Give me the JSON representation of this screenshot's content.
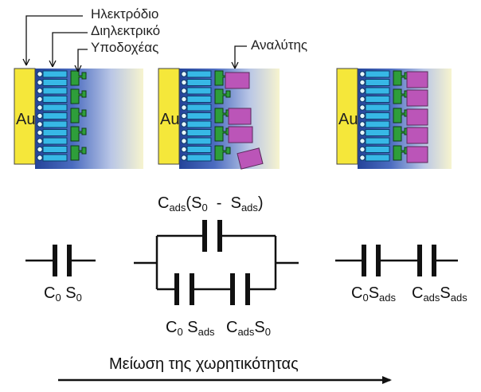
{
  "labels": {
    "electrode": "Ηλεκτρόδιο",
    "dielectric": "Διηλεκτρικό",
    "receptor": "Υποδοχέας",
    "analyte": "Αναλύτης",
    "gold": "Au"
  },
  "circuits": {
    "left": {
      "c": "C",
      "c_sub": "0",
      "s": "S",
      "s_sub": "0"
    },
    "middle_top": {
      "c": "C",
      "c_sub": "ads",
      "open": "(",
      "s0": "S",
      "s0_sub": "0",
      "minus": "-",
      "sads": "S",
      "sads_sub": "ads",
      "close": ")"
    },
    "middle_bottom_left": {
      "c": "C",
      "c_sub": "0",
      "s": "S",
      "s_sub": "ads"
    },
    "middle_bottom_right": {
      "c": "C",
      "c_sub": "ads",
      "s": "S",
      "s_sub": "0"
    },
    "right_first": {
      "c": "C",
      "c_sub": "0",
      "s": "S",
      "s_sub": "ads"
    },
    "right_second": {
      "c": "C",
      "c_sub": "ads",
      "s": "S",
      "s_sub": "ads"
    }
  },
  "caption": "Μείωση της χωρητικότητας",
  "colors": {
    "gold": "#f5e73a",
    "dielectric": "#37b8e6",
    "receptor": "#2e9e3a",
    "analyte": "#bb55b8",
    "substrate_dark": "#2a4ea5",
    "substrate_light": "#f6f3c9"
  }
}
